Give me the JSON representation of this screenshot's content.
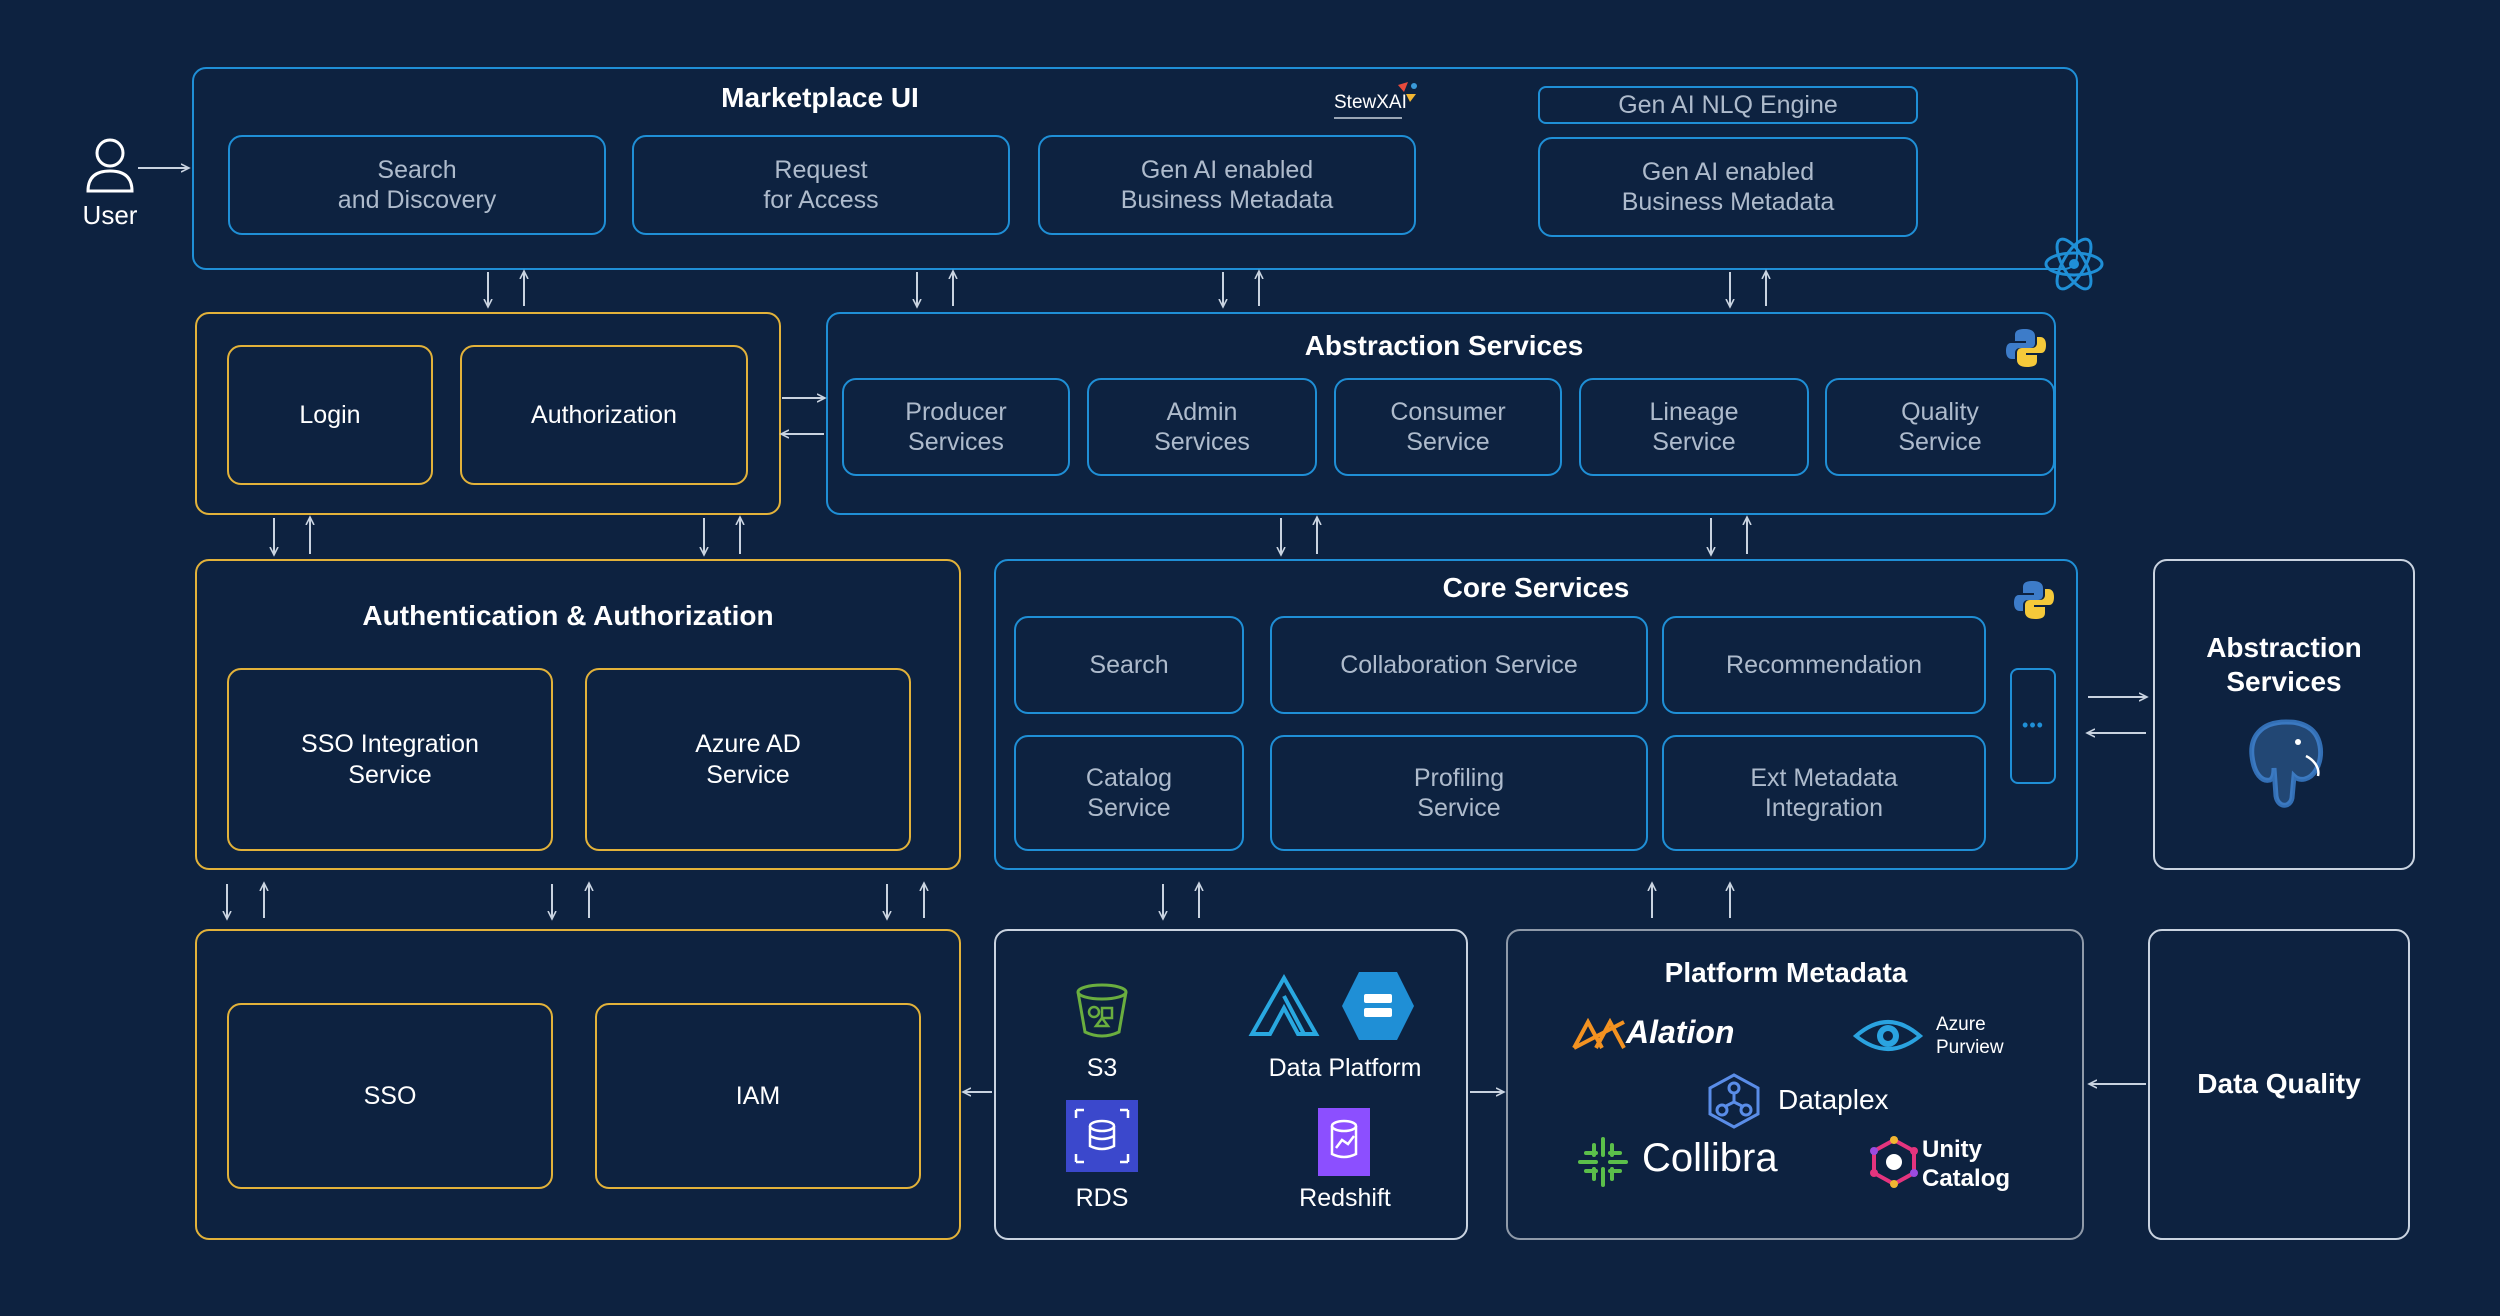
{
  "user": {
    "label": "User"
  },
  "marketplace": {
    "title": "Marketplace UI",
    "brand": "StewXAI",
    "items": [
      "Search\nand Discovery",
      "Request\nfor Access",
      "Gen AI enabled\nBusiness Metadata"
    ],
    "nlq_label": "Gen AI NLQ Engine",
    "nlq_item": "Gen AI enabled\nBusiness Metadata"
  },
  "auth_top": {
    "login": "Login",
    "authorization": "Authorization"
  },
  "abstraction": {
    "title": "Abstraction Services",
    "items": [
      "Producer\nServices",
      "Admin\nServices",
      "Consumer\nService",
      "Lineage\nService",
      "Quality\nService"
    ]
  },
  "authn": {
    "title": "Authentication & Authorization",
    "items": [
      "SSO Integration\nService",
      "Azure AD\nService"
    ]
  },
  "core": {
    "title": "Core Services",
    "row1": [
      "Search",
      "Collaboration Service",
      "Recommendation"
    ],
    "row2": [
      "Catalog\nService",
      "Profiling\nService",
      "Ext Metadata\nIntegration"
    ],
    "more": "•••"
  },
  "abstraction_db": {
    "title": "Abstraction\nServices"
  },
  "identity": {
    "items": [
      "SSO",
      "IAM"
    ]
  },
  "storage": {
    "items": [
      "S3",
      "Data Platform",
      "RDS",
      "Redshift"
    ]
  },
  "platform_metadata": {
    "title": "Platform Metadata",
    "alation": "Alation",
    "azure_purview": "Azure\nPurview",
    "dataplex": "Dataplex",
    "collibra": "Collibra",
    "unity_catalog": "Unity\nCatalog"
  },
  "data_quality": {
    "title": "Data Quality"
  },
  "colors": {
    "background": "#0d2240",
    "blue": "#1f8fd6",
    "yellow": "#e2b23a",
    "arrow": "#c9d3e0"
  }
}
